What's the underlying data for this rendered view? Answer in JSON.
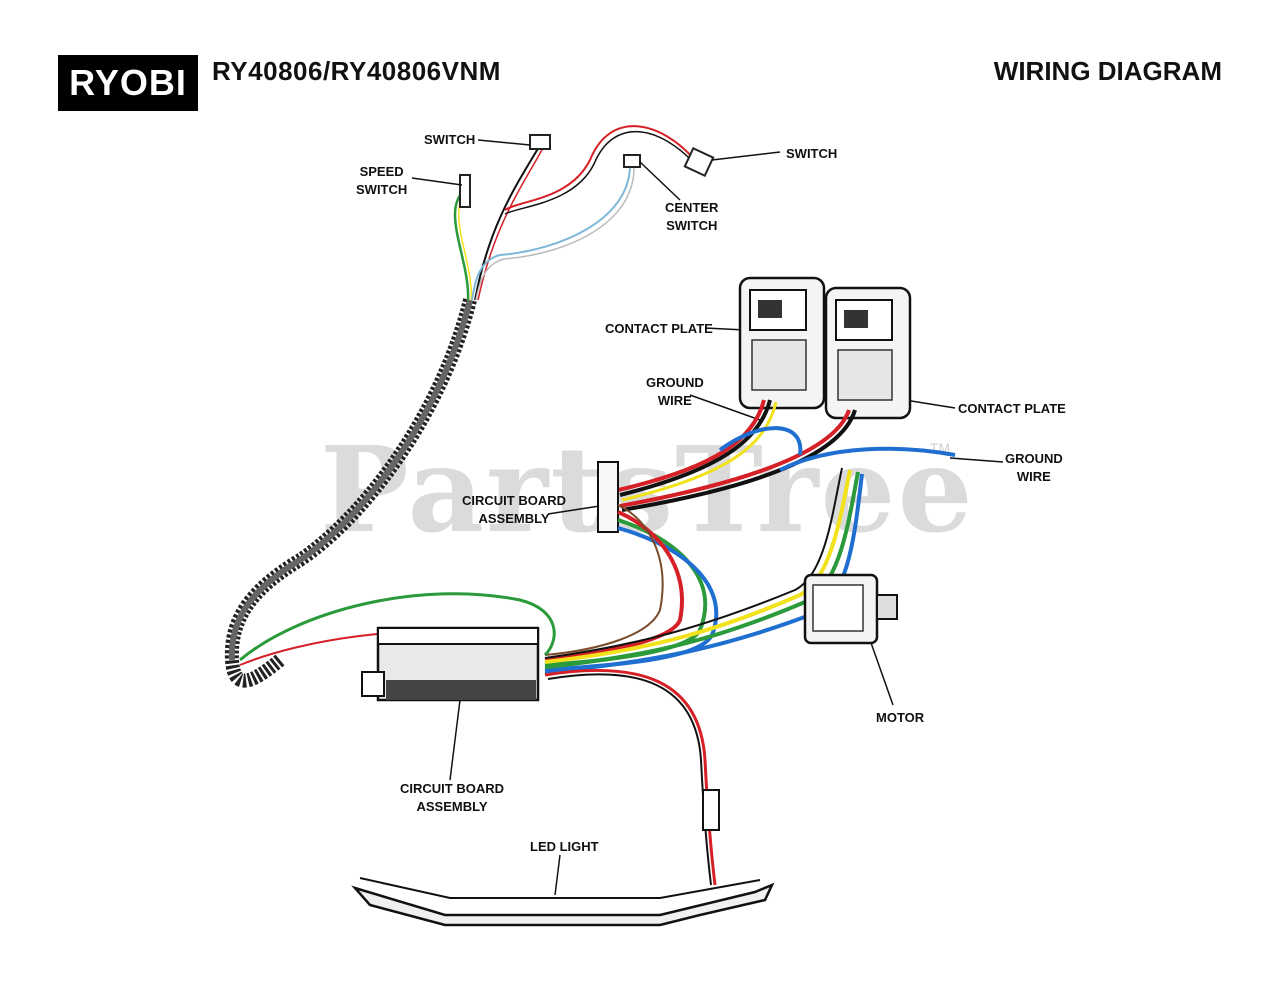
{
  "header": {
    "logo_text": "RYOBI",
    "model": "RY40806/RY40806VNM",
    "title": "WIRING DIAGRAM"
  },
  "watermark": {
    "text": "PartsTree",
    "tm": "TM"
  },
  "labels": {
    "switch_top": [
      "SWITCH"
    ],
    "speed_switch": [
      "SPEED",
      "SWITCH"
    ],
    "switch_right": [
      "SWITCH"
    ],
    "center_switch": [
      "CENTER",
      "SWITCH"
    ],
    "contact_plate_left": [
      "CONTACT PLATE"
    ],
    "contact_plate_right": [
      "CONTACT PLATE"
    ],
    "ground_wire_left": [
      "GROUND",
      "WIRE"
    ],
    "ground_wire_right": [
      "GROUND",
      "WIRE"
    ],
    "circuit_board_upper": [
      "CIRCUIT BOARD",
      "ASSEMBLY"
    ],
    "circuit_board_lower": [
      "CIRCUIT BOARD",
      "ASSEMBLY"
    ],
    "motor": [
      "MOTOR"
    ],
    "led_light": [
      "LED LIGHT"
    ]
  },
  "colors": {
    "red": "#d62027",
    "black": "#111111",
    "blue": "#1f6fd1",
    "yellow": "#f2e21b",
    "green": "#2a9a3a",
    "brown": "#7a4a2a",
    "lightblue": "#7fb7d9"
  }
}
